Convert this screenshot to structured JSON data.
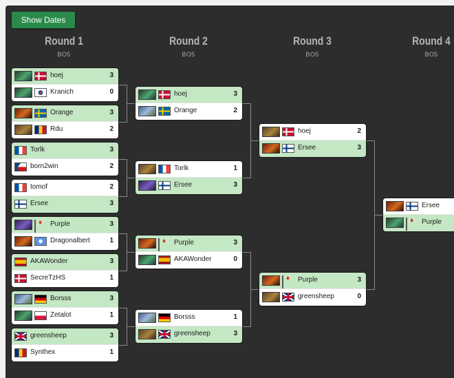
{
  "toolbar": {
    "show_dates_label": "Show Dates"
  },
  "rounds": [
    {
      "title": "Round 1",
      "format": "BO5"
    },
    {
      "title": "Round 2",
      "format": "BO5"
    },
    {
      "title": "Round 3",
      "format": "BO5"
    },
    {
      "title": "Round 4",
      "format": "BO5"
    }
  ],
  "matches": {
    "r1m1": {
      "p1": {
        "name": "hoej",
        "score": "3",
        "race": "X",
        "flag": "dk"
      },
      "p2": {
        "name": "Kranich",
        "score": "0",
        "race": "X",
        "flag": "kr"
      }
    },
    "r1m2": {
      "p1": {
        "name": "Orange",
        "score": "3",
        "race": "T",
        "flag": "se"
      },
      "p2": {
        "name": "Rdu",
        "score": "2",
        "race": "Z",
        "flag": "ro"
      }
    },
    "r1m3": {
      "p1": {
        "name": "Torlk",
        "score": "3",
        "race": "",
        "flag": "fr"
      },
      "p2": {
        "name": "born2win",
        "score": "2",
        "race": "",
        "flag": "cz"
      }
    },
    "r1m4": {
      "p1": {
        "name": "tomof",
        "score": "2",
        "race": "",
        "flag": "fr"
      },
      "p2": {
        "name": "Ersee",
        "score": "3",
        "race": "",
        "flag": "fi"
      }
    },
    "r1m5": {
      "p1": {
        "name": "Purple",
        "score": "3",
        "race": "Y",
        "flag": "ca"
      },
      "p2": {
        "name": "Dragonalbert",
        "score": "1",
        "race": "T",
        "flag": "un"
      }
    },
    "r1m6": {
      "p1": {
        "name": "AKAWonder",
        "score": "3",
        "race": "",
        "flag": "es"
      },
      "p2": {
        "name": "SecreTzHS",
        "score": "1",
        "race": "",
        "flag": "dk"
      }
    },
    "r1m7": {
      "p1": {
        "name": "Borsss",
        "score": "3",
        "race": "P",
        "flag": "de"
      },
      "p2": {
        "name": "Zetalot",
        "score": "1",
        "race": "X",
        "flag": "pl"
      }
    },
    "r1m8": {
      "p1": {
        "name": "greensheep",
        "score": "3",
        "race": "",
        "flag": "gb"
      },
      "p2": {
        "name": "Synthex",
        "score": "1",
        "race": "",
        "flag": "ro"
      }
    },
    "r2m1": {
      "p1": {
        "name": "hoej",
        "score": "3",
        "race": "X",
        "flag": "dk"
      },
      "p2": {
        "name": "Orange",
        "score": "2",
        "race": "P",
        "flag": "se"
      }
    },
    "r2m2": {
      "p1": {
        "name": "Torlk",
        "score": "1",
        "race": "Z",
        "flag": "fr"
      },
      "p2": {
        "name": "Ersee",
        "score": "3",
        "race": "Y",
        "flag": "fi"
      }
    },
    "r2m3": {
      "p1": {
        "name": "Purple",
        "score": "3",
        "race": "T",
        "flag": "ca"
      },
      "p2": {
        "name": "AKAWonder",
        "score": "0",
        "race": "X",
        "flag": "es"
      }
    },
    "r2m4": {
      "p1": {
        "name": "Borsss",
        "score": "1",
        "race": "P",
        "flag": "de"
      },
      "p2": {
        "name": "greensheep",
        "score": "3",
        "race": "Z",
        "flag": "gb"
      }
    },
    "r3m1": {
      "p1": {
        "name": "hoej",
        "score": "2",
        "race": "Z",
        "flag": "dk"
      },
      "p2": {
        "name": "Ersee",
        "score": "3",
        "race": "T",
        "flag": "fi"
      }
    },
    "r3m2": {
      "p1": {
        "name": "Purple",
        "score": "3",
        "race": "T",
        "flag": "ca"
      },
      "p2": {
        "name": "greensheep",
        "score": "0",
        "race": "Z",
        "flag": "gb"
      }
    },
    "r4m1": {
      "p1": {
        "name": "Ersee",
        "score": "",
        "race": "T",
        "flag": "fi"
      },
      "p2": {
        "name": "Purple",
        "score": "",
        "race": "X",
        "flag": "ca"
      }
    }
  }
}
